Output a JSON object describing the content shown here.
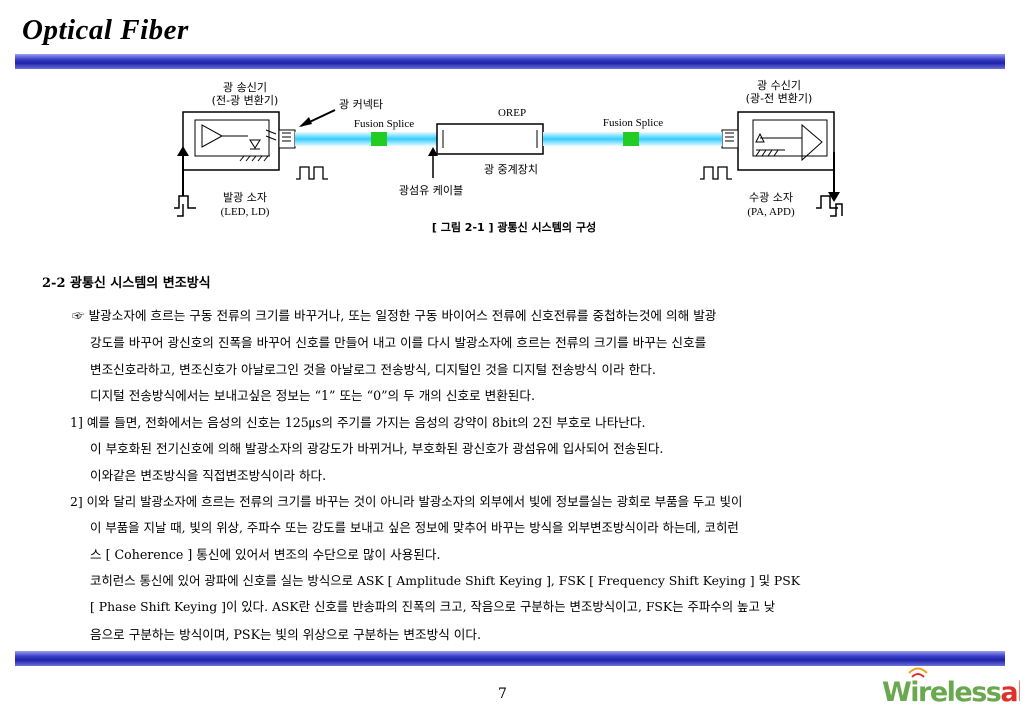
{
  "header": {
    "title": "Optical  Fiber"
  },
  "figure": {
    "tx_title": "광 송신기",
    "tx_sub": "(전-광 변환기)",
    "rx_title": "광 수신기",
    "rx_sub": "(광-전 변환기)",
    "connector": "광 커넥타",
    "splice_left": "Fusion Splice",
    "orep": "OREP",
    "splice_right": "Fusion Splice",
    "repeater": "광 중계장치",
    "cable": "광섬유 케이블",
    "emitter": "발광 소자",
    "emitter_sub": "(LED, LD)",
    "detector": "수광 소자",
    "detector_sub": "(PA, APD)",
    "caption": "[ 그림 2-1 ] 광통신 시스템의 구성"
  },
  "section": {
    "heading": "2-2 광통신 시스템의 변조방식"
  },
  "paragraphs": [
    "☞ 발광소자에 흐르는 구동 전류의 크기를 바꾸거나, 또는 일정한 구동 바이어스 전류에 신호전류를 중첩하는것에 의해 발광",
    "강도를 바꾸어 광신호의 진폭을 바꾸어 신호를 만들어 내고 이를 다시 발광소자에 흐르는 전류의 크기를 바꾸는 신호를",
    "변조신호라하고, 변조신호가 아날로그인 것을 아날로그 전송방식, 디지털인 것을 디지털 전송방식 이라 한다.",
    "디지털 전송방식에서는 보내고싶은 정보는 “1” 또는 “0”의 두 개의 신호로 변환된다.",
    "1] 예를 들면, 전화에서는 음성의 신호는 125㎲의 주기를 가지는 음성의 강약이 8bit의 2진 부호로 나타난다.",
    "이 부호화된 전기신호에 의해 발광소자의 광강도가 바뀌거나, 부호화된 광신호가 광섬유에 입사되어 전송된다.",
    "이와같은 변조방식을 직접변조방식이라 하다.",
    "2]  이와 달리 발광소자에 흐르는 전류의 크기를 바꾸는 것이 아니라 발광소자의 외부에서 빛에 정보를실는 광회로 부품을 두고 빛이",
    "이 부품을 지날 때,  빛의 위상,  주파수 또는 강도를 보내고 싶은 정보에 맞추어 바꾸는 방식을 외부변조방식이라 하는데, 코히런",
    "스 [ Coherence ] 통신에 있어서 변조의 수단으로 많이 사용된다.",
    "코히런스 통신에 있어 광파에 신호를 실는 방식으로  ASK [ Amplitude Shift Keying ],  FSK [ Frequency  Shift  Keying ] 및  PSK",
    "[ Phase  Shift  Keying ]이 있다.  ASK란 신호를 반송파의 진폭의 크고, 작음으로 구분하는 변조방식이고,  FSK는 주파수의 높고 낮",
    "음으로 구분하는 방식이며,  PSK는 빛의 위상으로 구분하는 변조방식 이다."
  ],
  "footer": {
    "page": "7",
    "logo_part1": "Wireless",
    "logo_part2": "all"
  },
  "colors": {
    "bar": "#1e22a8",
    "fiber": "#33ccff",
    "splice": "#22cc22",
    "logo_green": "#6aa84f",
    "logo_red": "#e0302a"
  }
}
